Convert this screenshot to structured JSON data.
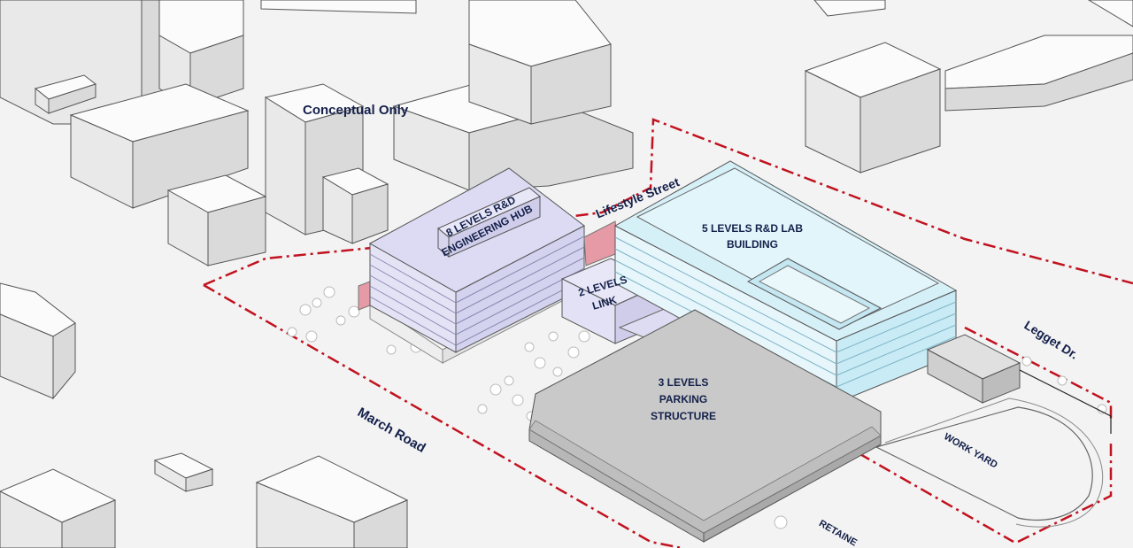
{
  "labels": {
    "note": "Conceptual Only",
    "hub_line1": "8 LEVELS R&D",
    "hub_line2": "ENGINEERING HUB",
    "lifestyle_street": "Lifestyle Street",
    "lab_line1": "5 LEVELS R&D LAB",
    "lab_line2": "BUILDING",
    "link_line1": "2 LEVELS",
    "link_line2": "LINK",
    "parking_line1": "3 LEVELS",
    "parking_line2": "PARKING",
    "parking_line3": "STRUCTURE",
    "legget": "Legget Dr.",
    "march_road": "March Road",
    "work_yard": "WORK YARD",
    "retained": "RETAINE"
  },
  "colors": {
    "hub": "#d9d8f0",
    "lab": "#d6f0f8",
    "link": "#d7d6ee",
    "parking": "#c9c9c9",
    "lifestyle_connector": "#e59aa6",
    "boundary": "#c1121f",
    "label_text": "#14204a"
  }
}
